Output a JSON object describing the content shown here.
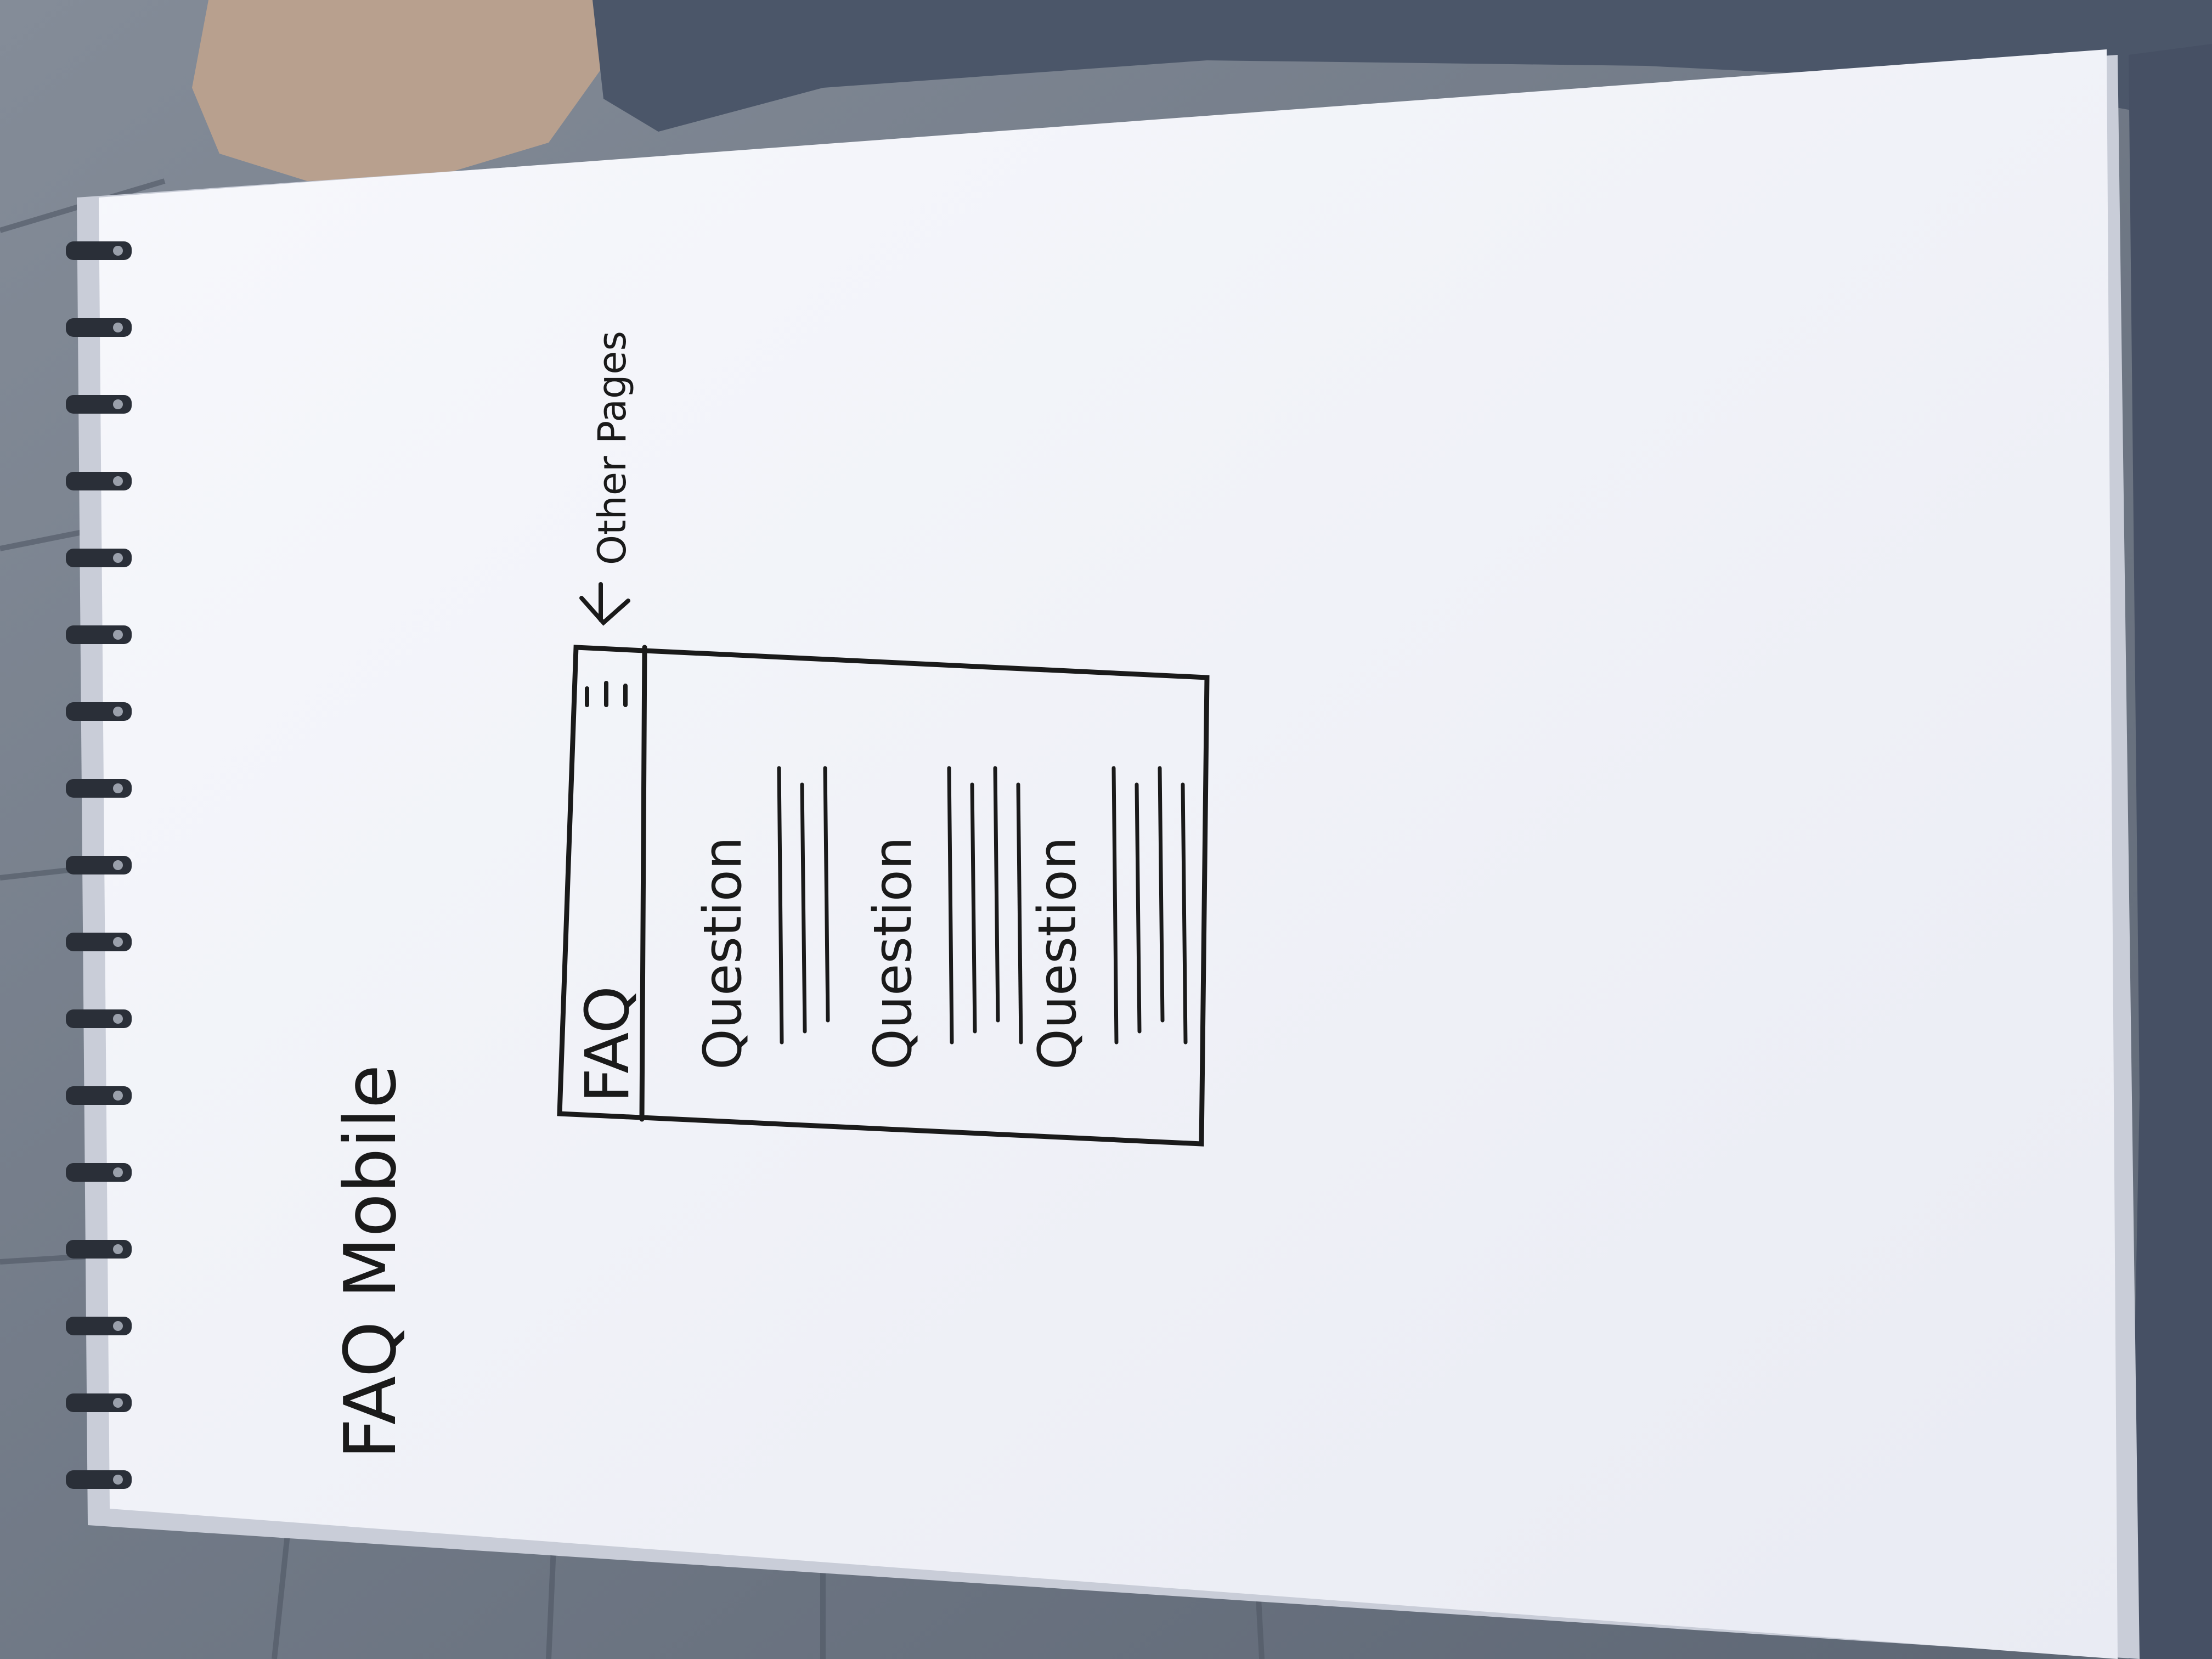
{
  "sketch": {
    "title": "FAQ Mobile",
    "header_label": "FAQ",
    "menu_icon": "hamburger-icon",
    "annotation": "Other Pages",
    "arrow_icon": "arrow-left-icon",
    "questions": [
      {
        "label": "Question",
        "answer_lines": 3
      },
      {
        "label": "Question",
        "answer_lines": 4
      },
      {
        "label": "Question",
        "answer_lines": 4
      }
    ]
  },
  "colors": {
    "paper": "#f4f5fa",
    "ink": "#1a1a1a",
    "deck": "#6f7a8a",
    "cloth": "#4b5669"
  }
}
